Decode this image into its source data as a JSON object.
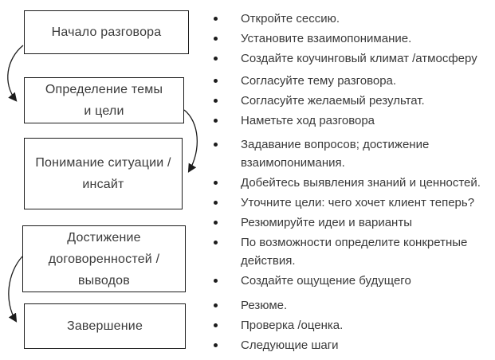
{
  "colors": {
    "background": "#ffffff",
    "ink": "#3a3a3a",
    "line": "#1c1c1c"
  },
  "stages": [
    {
      "box": "Начало разговора",
      "bullets": [
        "Откройте сессию.",
        "Установите взаимопонимание.",
        "Создайте коучинговый климат /атмосферу"
      ]
    },
    {
      "box": "Определение темы\nи цели",
      "bullets": [
        "Согласуйте тему разговора.",
        "Согласуйте желаемый результат.",
        "Наметьте ход разговора"
      ]
    },
    {
      "box": "Понимание ситуации /\nинсайт",
      "bullets": [
        "Задавание вопросов; достижение\nвзаимопонимания.",
        "Добейтесь выявления знаний и ценностей.",
        "Уточните цели: чего хочет клиент теперь?"
      ]
    },
    {
      "box": "Достижение\nдоговоренностей /\nвыводов",
      "bullets": [
        "Резюмируйте идеи и варианты",
        "По возможности определите конкретные\nдействия.",
        "Создайте ощущение будущего"
      ]
    },
    {
      "box": "Завершение",
      "bullets": [
        "Резюме.",
        "Проверка /оценка.",
        "Следующие шаги"
      ]
    }
  ]
}
